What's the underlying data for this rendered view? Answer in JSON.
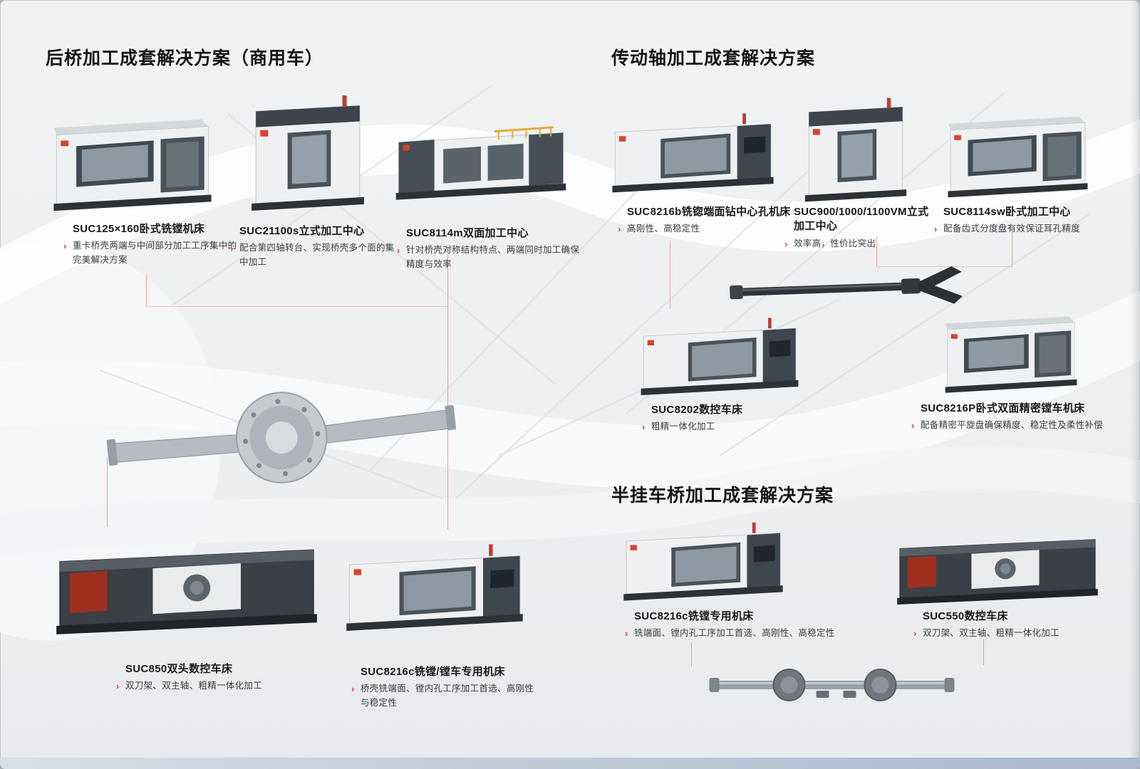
{
  "colors": {
    "accent_red": "#d8432c",
    "connector_line": "#e5907d",
    "footer_bar": "#bfcbda",
    "machine_dark_panel": "#454d55",
    "safety_rail_yellow": "#e3a93c"
  },
  "sections": [
    {
      "title": "后桥加工成套解决方案（商用车）",
      "machines": [
        {
          "name": "SUC125×160卧式铣镗机床",
          "desc": "重卡桥壳两端与中间部分加工工序集中的完美解决方案"
        },
        {
          "name": "SUC21100s立式加工中心",
          "desc": "配合第四轴转台、实现桥壳多个面的集中加工"
        },
        {
          "name": "SUC8114m双面加工中心",
          "desc": "针对桥壳对称结构特点、两端同时加工确保精度与效率"
        },
        {
          "name": "SUC850双头数控车床",
          "desc": "双刀架、双主轴、粗精一体化加工"
        },
        {
          "name": "SUC8216c铣镗/镗车专用机床",
          "desc": "桥壳铣端面、镗内孔工序加工首选、高刚性与稳定性"
        }
      ]
    },
    {
      "title": "传动轴加工成套解决方案",
      "machines": [
        {
          "name": "SUC8216b铣锪端面钻中心孔机床",
          "desc": "高刚性、高稳定性"
        },
        {
          "name": "SUC900/1000/1100VM立式加工中心",
          "desc": "效率高，性价比突出"
        },
        {
          "name": "SUC8114sw卧式加工中心",
          "desc": "配备齿式分度盘有效保证耳孔精度"
        },
        {
          "name": "SUC8202数控车床",
          "desc": "粗精一体化加工"
        },
        {
          "name": "SUC8216P卧式双面精密镗车机床",
          "desc": "配备精密平旋盘确保精度、稳定性及柔性补偿"
        }
      ]
    },
    {
      "title": "半挂车桥加工成套解决方案",
      "machines": [
        {
          "name": "SUC8216c铣镗专用机床",
          "desc": "铣端面、镗内孔工序加工首选、高刚性、高稳定性"
        },
        {
          "name": "SUC550数控车床",
          "desc": "双刀架、双主轴、粗精一体化加工"
        }
      ]
    }
  ]
}
